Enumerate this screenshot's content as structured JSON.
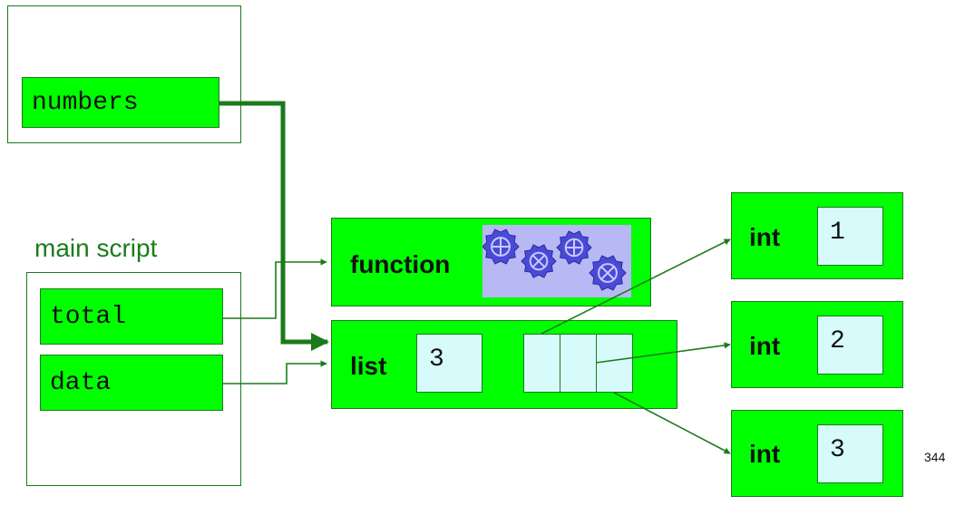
{
  "top_frame": {
    "variable": "numbers"
  },
  "main_frame": {
    "title": "main script",
    "variables": [
      "total",
      "data"
    ]
  },
  "function_object": {
    "type_label": "function",
    "icon": "gears-icon"
  },
  "list_object": {
    "type_label": "list",
    "length": "3"
  },
  "ints": [
    {
      "type_label": "int",
      "value": "1"
    },
    {
      "type_label": "int",
      "value": "2"
    },
    {
      "type_label": "int",
      "value": "3"
    }
  ],
  "page_number": "344",
  "colors": {
    "object_fill": "#00ff00",
    "value_fill": "#d7fbfb",
    "outline": "#1b7a1b",
    "gear": "#4a4ad6",
    "gear_bg": "#b8b8f5"
  }
}
